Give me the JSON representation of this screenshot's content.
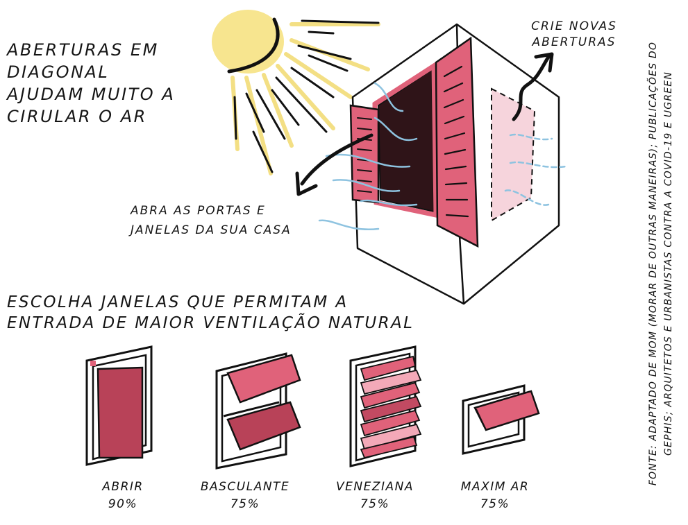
{
  "texts": {
    "headline": "ABERTURAS EM\nDIAGONAL\nAJUDAM MUITO A\nCIRULAR O AR",
    "open_doors": "ABRA AS PORTAS E\nJANELAS DA SUA CASA",
    "new_openings": "CRIE NOVAS\nABERTURAS",
    "choose": "ESCOLHA JANELAS QUE PERMITAM A\nENTRADA DE MAIOR VENTILAÇÃO NATURAL",
    "source": "FONTE: ADAPTADO DE MOM (MORAR DE OUTRAS MANEIRAS); PUBLICAÇÕES DO\nGEPHIS; ARQUITETOS E URBANISTAS CONTRA A COVID-19 E UGREEN"
  },
  "windows": [
    {
      "name": "ABRIR",
      "value": "90%"
    },
    {
      "name": "BASCULANTE",
      "value": "75%"
    },
    {
      "name": "VENEZIANA",
      "value": "75%"
    },
    {
      "name": "MAXIM AR",
      "value": "75%"
    }
  ],
  "colors": {
    "sun": "#f7e58f",
    "ray": "#f3df84",
    "shutter": "#e0627a",
    "shutter_dark": "#c24a62",
    "opening": "#2f1418",
    "ghost_window": "#f6d4dc",
    "air": "#8ec3e0"
  }
}
